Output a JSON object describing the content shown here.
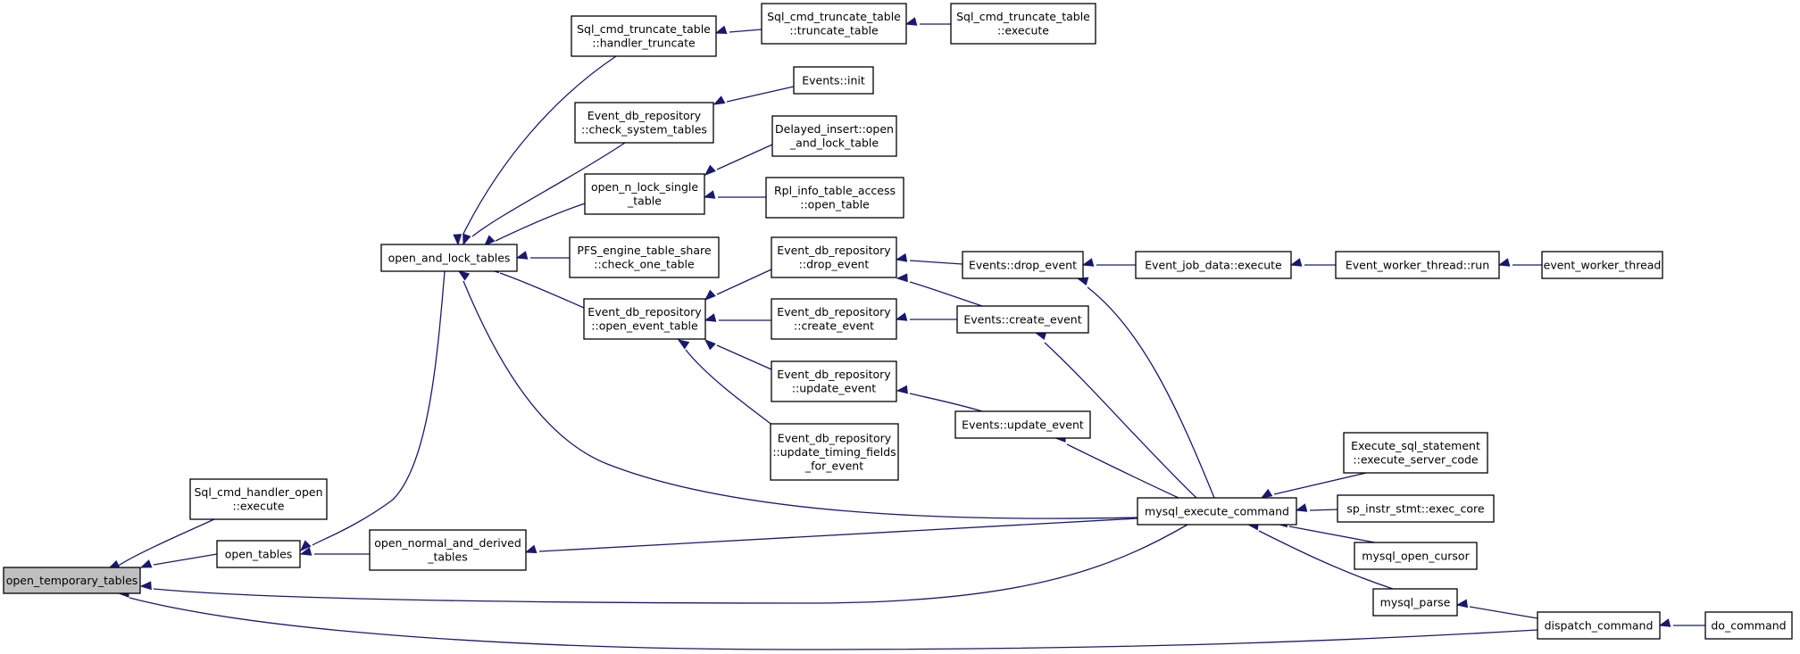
{
  "graph": {
    "nodes": [
      {
        "id": "open_temporary_tables",
        "lines": [
          "open_temporary_tables"
        ],
        "root": true
      },
      {
        "id": "sql_cmd_handler_open_execute",
        "lines": [
          "Sql_cmd_handler_open",
          "::execute"
        ]
      },
      {
        "id": "open_tables",
        "lines": [
          "open_tables"
        ]
      },
      {
        "id": "open_and_lock_tables",
        "lines": [
          "open_and_lock_tables"
        ]
      },
      {
        "id": "open_normal_and_derived_tables",
        "lines": [
          "open_normal_and_derived",
          "_tables"
        ]
      },
      {
        "id": "sql_cmd_truncate_table_handler_truncate",
        "lines": [
          "Sql_cmd_truncate_table",
          "::handler_truncate"
        ]
      },
      {
        "id": "event_db_repository_check_system_tables",
        "lines": [
          "Event_db_repository",
          "::check_system_tables"
        ]
      },
      {
        "id": "open_n_lock_single_table",
        "lines": [
          "open_n_lock_single",
          "_table"
        ]
      },
      {
        "id": "pfs_engine_table_share_check_one_table",
        "lines": [
          "PFS_engine_table_share",
          "::check_one_table"
        ]
      },
      {
        "id": "event_db_repository_open_event_table",
        "lines": [
          "Event_db_repository",
          "::open_event_table"
        ]
      },
      {
        "id": "sql_cmd_truncate_table_truncate_table",
        "lines": [
          "Sql_cmd_truncate_table",
          "::truncate_table"
        ]
      },
      {
        "id": "sql_cmd_truncate_table_execute",
        "lines": [
          "Sql_cmd_truncate_table",
          "::execute"
        ]
      },
      {
        "id": "events_init",
        "lines": [
          "Events::init"
        ]
      },
      {
        "id": "delayed_insert_open_and_lock_table",
        "lines": [
          "Delayed_insert::open",
          "_and_lock_table"
        ]
      },
      {
        "id": "rpl_info_table_access_open_table",
        "lines": [
          "Rpl_info_table_access",
          "::open_table"
        ]
      },
      {
        "id": "event_db_repository_drop_event",
        "lines": [
          "Event_db_repository",
          "::drop_event"
        ]
      },
      {
        "id": "event_db_repository_create_event",
        "lines": [
          "Event_db_repository",
          "::create_event"
        ]
      },
      {
        "id": "event_db_repository_update_event",
        "lines": [
          "Event_db_repository",
          "::update_event"
        ]
      },
      {
        "id": "event_db_repository_update_timing_fields_for_event",
        "lines": [
          "Event_db_repository",
          "::update_timing_fields",
          "_for_event"
        ]
      },
      {
        "id": "events_drop_event",
        "lines": [
          "Events::drop_event"
        ]
      },
      {
        "id": "events_create_event",
        "lines": [
          "Events::create_event"
        ]
      },
      {
        "id": "events_update_event",
        "lines": [
          "Events::update_event"
        ]
      },
      {
        "id": "event_job_data_execute",
        "lines": [
          "Event_job_data::execute"
        ]
      },
      {
        "id": "event_worker_thread_run",
        "lines": [
          "Event_worker_thread::run"
        ]
      },
      {
        "id": "event_worker_thread",
        "lines": [
          "event_worker_thread"
        ]
      },
      {
        "id": "mysql_execute_command",
        "lines": [
          "mysql_execute_command"
        ]
      },
      {
        "id": "execute_sql_statement_execute_server_code",
        "lines": [
          "Execute_sql_statement",
          "::execute_server_code"
        ]
      },
      {
        "id": "sp_instr_stmt_exec_core",
        "lines": [
          "sp_instr_stmt::exec_core"
        ]
      },
      {
        "id": "mysql_open_cursor",
        "lines": [
          "mysql_open_cursor"
        ]
      },
      {
        "id": "mysql_parse",
        "lines": [
          "mysql_parse"
        ]
      },
      {
        "id": "dispatch_command",
        "lines": [
          "dispatch_command"
        ]
      },
      {
        "id": "do_command",
        "lines": [
          "do_command"
        ]
      }
    ],
    "edges": [
      {
        "from": "sql_cmd_handler_open_execute",
        "to": "open_temporary_tables"
      },
      {
        "from": "open_tables",
        "to": "open_temporary_tables"
      },
      {
        "from": "mysql_execute_command",
        "to": "open_temporary_tables"
      },
      {
        "from": "dispatch_command",
        "to": "open_temporary_tables"
      },
      {
        "from": "open_and_lock_tables",
        "to": "open_tables"
      },
      {
        "from": "open_normal_and_derived_tables",
        "to": "open_tables"
      },
      {
        "from": "sql_cmd_truncate_table_handler_truncate",
        "to": "open_and_lock_tables"
      },
      {
        "from": "event_db_repository_check_system_tables",
        "to": "open_and_lock_tables"
      },
      {
        "from": "open_n_lock_single_table",
        "to": "open_and_lock_tables"
      },
      {
        "from": "pfs_engine_table_share_check_one_table",
        "to": "open_and_lock_tables"
      },
      {
        "from": "event_db_repository_open_event_table",
        "to": "open_and_lock_tables"
      },
      {
        "from": "mysql_execute_command",
        "to": "open_and_lock_tables"
      },
      {
        "from": "mysql_execute_command",
        "to": "open_normal_and_derived_tables"
      },
      {
        "from": "sql_cmd_truncate_table_truncate_table",
        "to": "sql_cmd_truncate_table_handler_truncate"
      },
      {
        "from": "sql_cmd_truncate_table_execute",
        "to": "sql_cmd_truncate_table_truncate_table"
      },
      {
        "from": "events_init",
        "to": "event_db_repository_check_system_tables"
      },
      {
        "from": "delayed_insert_open_and_lock_table",
        "to": "open_n_lock_single_table"
      },
      {
        "from": "rpl_info_table_access_open_table",
        "to": "open_n_lock_single_table"
      },
      {
        "from": "event_db_repository_drop_event",
        "to": "event_db_repository_open_event_table"
      },
      {
        "from": "event_db_repository_create_event",
        "to": "event_db_repository_open_event_table"
      },
      {
        "from": "event_db_repository_update_event",
        "to": "event_db_repository_open_event_table"
      },
      {
        "from": "event_db_repository_update_timing_fields_for_event",
        "to": "event_db_repository_open_event_table"
      },
      {
        "from": "events_drop_event",
        "to": "event_db_repository_drop_event"
      },
      {
        "from": "events_create_event",
        "to": "event_db_repository_drop_event"
      },
      {
        "from": "events_create_event",
        "to": "event_db_repository_create_event"
      },
      {
        "from": "events_update_event",
        "to": "event_db_repository_update_event"
      },
      {
        "from": "event_job_data_execute",
        "to": "events_drop_event"
      },
      {
        "from": "mysql_execute_command",
        "to": "events_drop_event"
      },
      {
        "from": "mysql_execute_command",
        "to": "events_create_event"
      },
      {
        "from": "mysql_execute_command",
        "to": "events_update_event"
      },
      {
        "from": "event_worker_thread_run",
        "to": "event_job_data_execute"
      },
      {
        "from": "event_worker_thread",
        "to": "event_worker_thread_run"
      },
      {
        "from": "execute_sql_statement_execute_server_code",
        "to": "mysql_execute_command"
      },
      {
        "from": "sp_instr_stmt_exec_core",
        "to": "mysql_execute_command"
      },
      {
        "from": "mysql_open_cursor",
        "to": "mysql_execute_command"
      },
      {
        "from": "mysql_parse",
        "to": "mysql_execute_command"
      },
      {
        "from": "dispatch_command",
        "to": "mysql_parse"
      },
      {
        "from": "do_command",
        "to": "dispatch_command"
      }
    ]
  }
}
